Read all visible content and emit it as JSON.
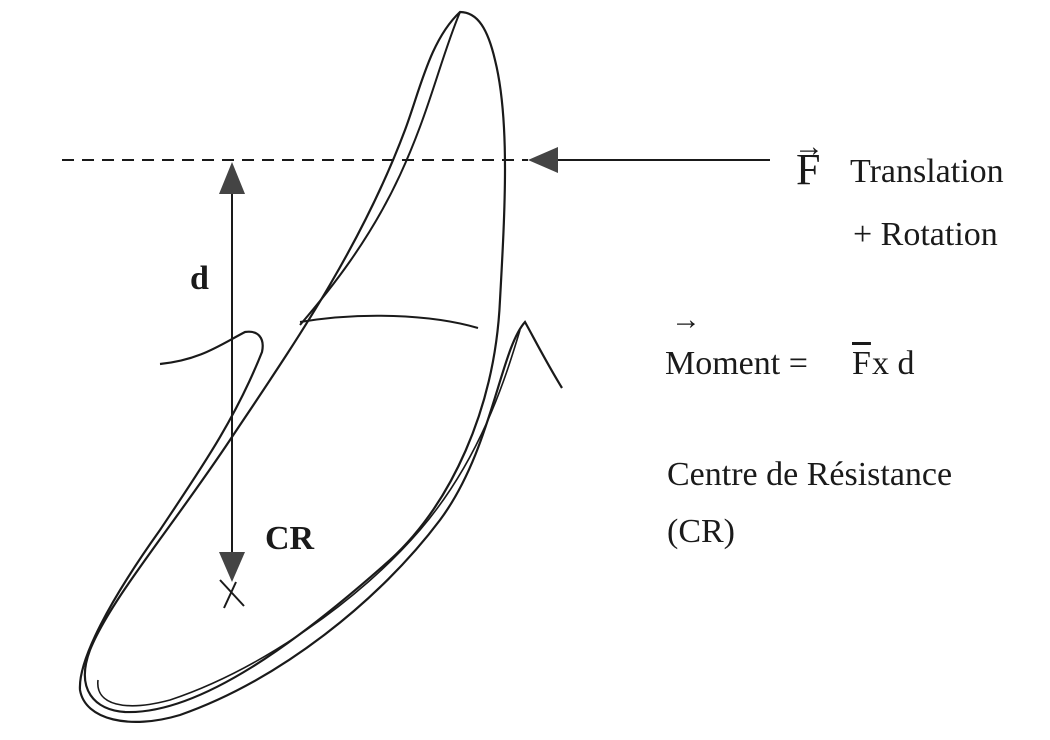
{
  "labels": {
    "force_symbol": "F",
    "translation": "Translation",
    "rotation": "+ Rotation",
    "moment_prefix": "Moment = ",
    "moment_force": "F",
    "moment_suffix": " x d",
    "distance": "d",
    "cr_marker": "CR",
    "centre_line1": "Centre de Résistance",
    "centre_line2": "(CR)"
  },
  "colors": {
    "ink": "#1a1a1a",
    "arrowhead": "#444444",
    "background": "#ffffff"
  }
}
